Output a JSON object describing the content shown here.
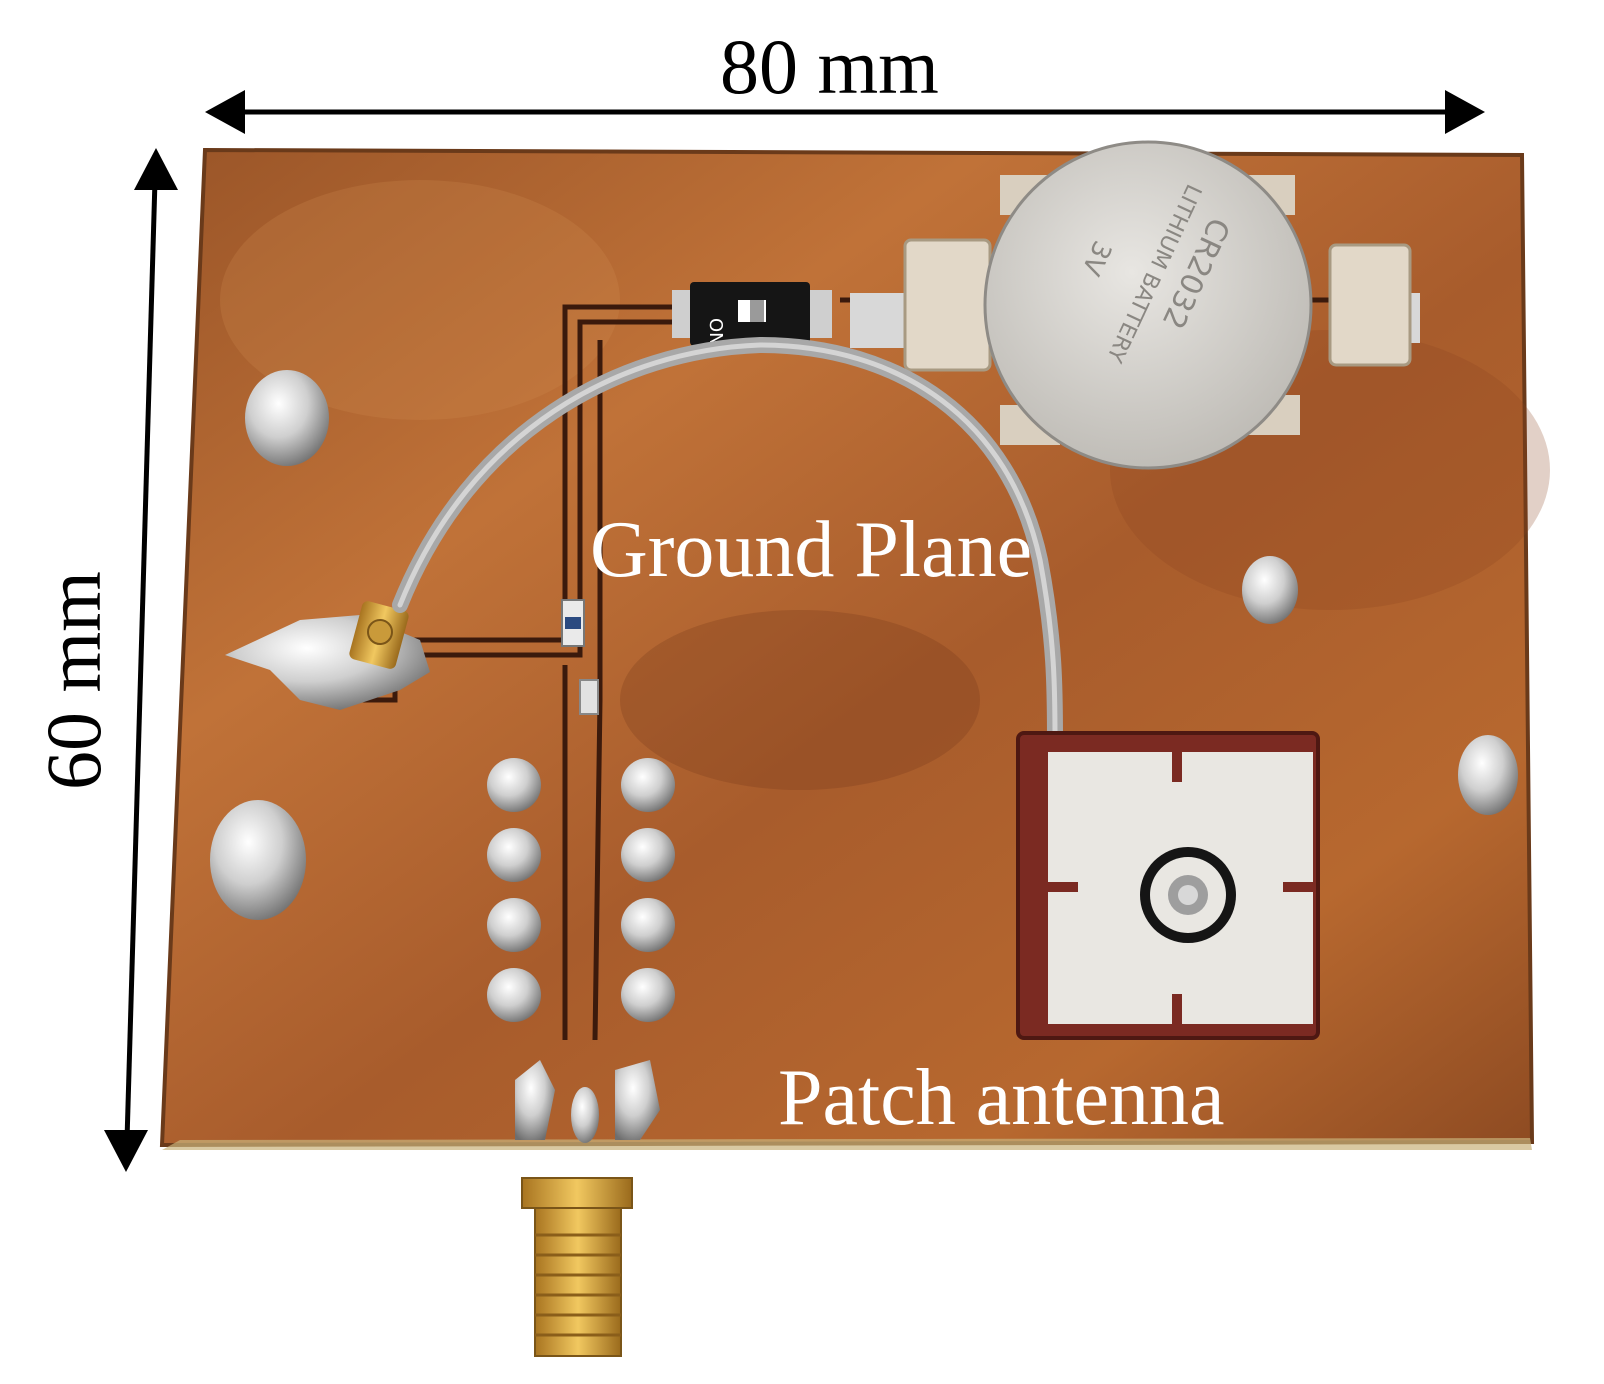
{
  "annotations": {
    "width_label": "80 mm",
    "height_label": "60 mm",
    "ground_plane_label": "Ground Plane",
    "patch_antenna_label": "Patch antenna"
  },
  "battery": {
    "line1": "CR2032",
    "line2": "LITHIUM BATTERY",
    "line3": "3V"
  },
  "switch": {
    "label": "ON"
  },
  "colors": {
    "copper": "#b8682f",
    "copper_dark": "#7a3e1c",
    "solder": "#d9d9d9",
    "cable": "#a8a8a8",
    "ceramic": "#e9e7e2",
    "antenna_substrate": "#7b2a22",
    "gold": "#d9a63a"
  }
}
